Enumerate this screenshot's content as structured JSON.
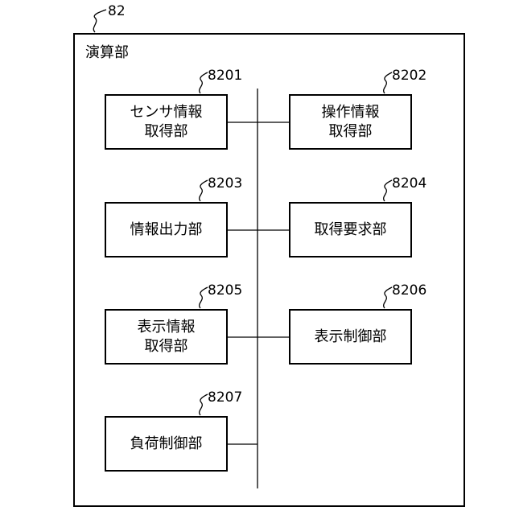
{
  "diagram": {
    "outer": {
      "ref": "82",
      "title": "演算部"
    },
    "modules": [
      {
        "ref": "8201",
        "label": "センサ情報\n取得部"
      },
      {
        "ref": "8202",
        "label": "操作情報\n取得部"
      },
      {
        "ref": "8203",
        "label": "情報出力部"
      },
      {
        "ref": "8204",
        "label": "取得要求部"
      },
      {
        "ref": "8205",
        "label": "表示情報\n取得部"
      },
      {
        "ref": "8206",
        "label": "表示制御部"
      },
      {
        "ref": "8207",
        "label": "負荷制御部"
      }
    ],
    "colors": {
      "stroke": "#000000",
      "background": "#ffffff"
    }
  }
}
